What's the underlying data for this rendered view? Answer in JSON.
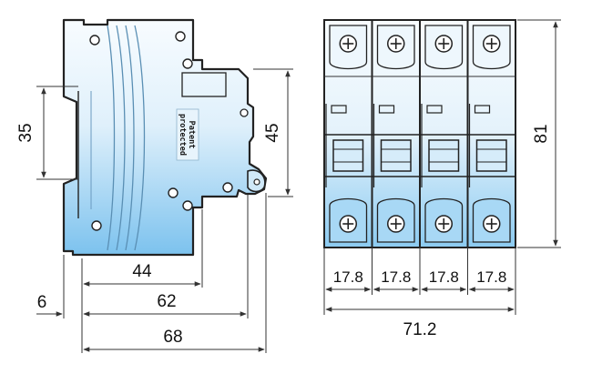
{
  "diagram": {
    "side_view": {
      "label_line1": "Patent",
      "label_line2": "protected",
      "dimensions": {
        "rail_height": "35",
        "front_height": "45",
        "depth_44": "44",
        "depth_6": "6",
        "depth_62": "62",
        "depth_68": "68"
      }
    },
    "front_view": {
      "poles": 4,
      "pole_widths": [
        "17.8",
        "17.8",
        "17.8",
        "17.8"
      ],
      "total_width": "71.2",
      "height": "81"
    },
    "colors": {
      "body_top": "#f7fbff",
      "body_bottom": "#7fc3ef",
      "outline": "#222222",
      "dimension_line": "#333333"
    }
  }
}
